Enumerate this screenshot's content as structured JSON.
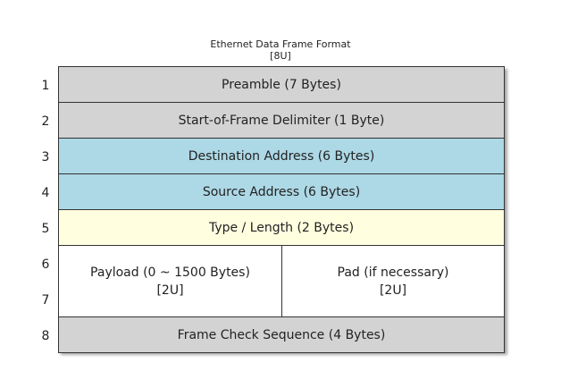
{
  "diagram": {
    "title": "Ethernet Data Frame Format",
    "title_size": "[8U]",
    "row_numbers": [
      "1",
      "2",
      "3",
      "4",
      "5",
      "6",
      "7",
      "8"
    ],
    "fields": {
      "preamble": "Preamble (7 Bytes)",
      "sfd": "Start-of-Frame Delimiter (1 Byte)",
      "destination": "Destination Address (6 Bytes)",
      "source": "Source Address (6 Bytes)",
      "type_length": "Type / Length (2 Bytes)",
      "payload": "Payload (0 ~ 1500 Bytes)",
      "payload_size": "[2U]",
      "pad": "Pad (if necessary)",
      "pad_size": "[2U]",
      "fcs": "Frame Check Sequence (4 Bytes)"
    },
    "colors": {
      "gray": "#d3d3d3",
      "blue": "#add8e6",
      "yellow": "#ffffe0",
      "white": "#ffffff"
    }
  }
}
